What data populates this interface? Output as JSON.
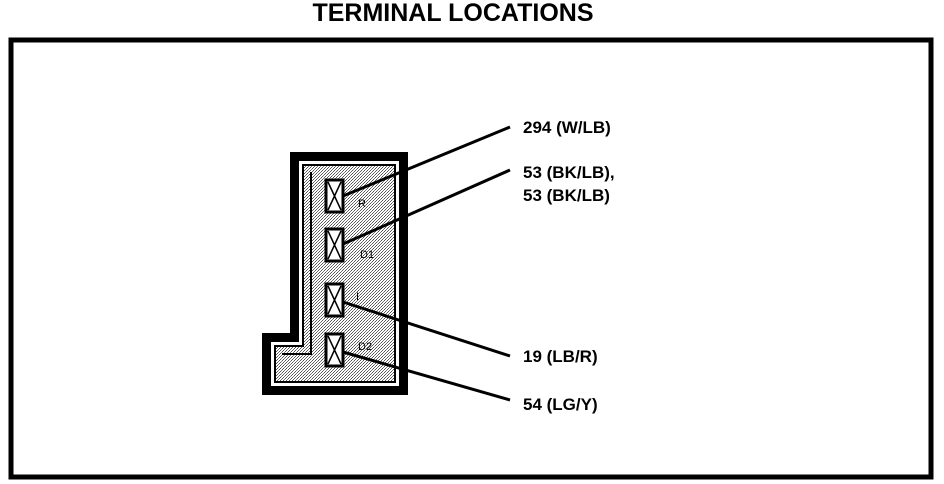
{
  "diagram": {
    "title": "TERMINAL LOCATIONS",
    "terminals": [
      {
        "pin": "R"
      },
      {
        "pin": "D1"
      },
      {
        "pin": "I"
      },
      {
        "pin": "D2"
      }
    ],
    "wires": [
      {
        "label": "294 (W/LB)"
      },
      {
        "label": "53 (BK/LB),"
      },
      {
        "label": "53 (BK/LB)"
      },
      {
        "label": "19 (LB/R)"
      },
      {
        "label": "54 (LG/Y)"
      }
    ]
  }
}
